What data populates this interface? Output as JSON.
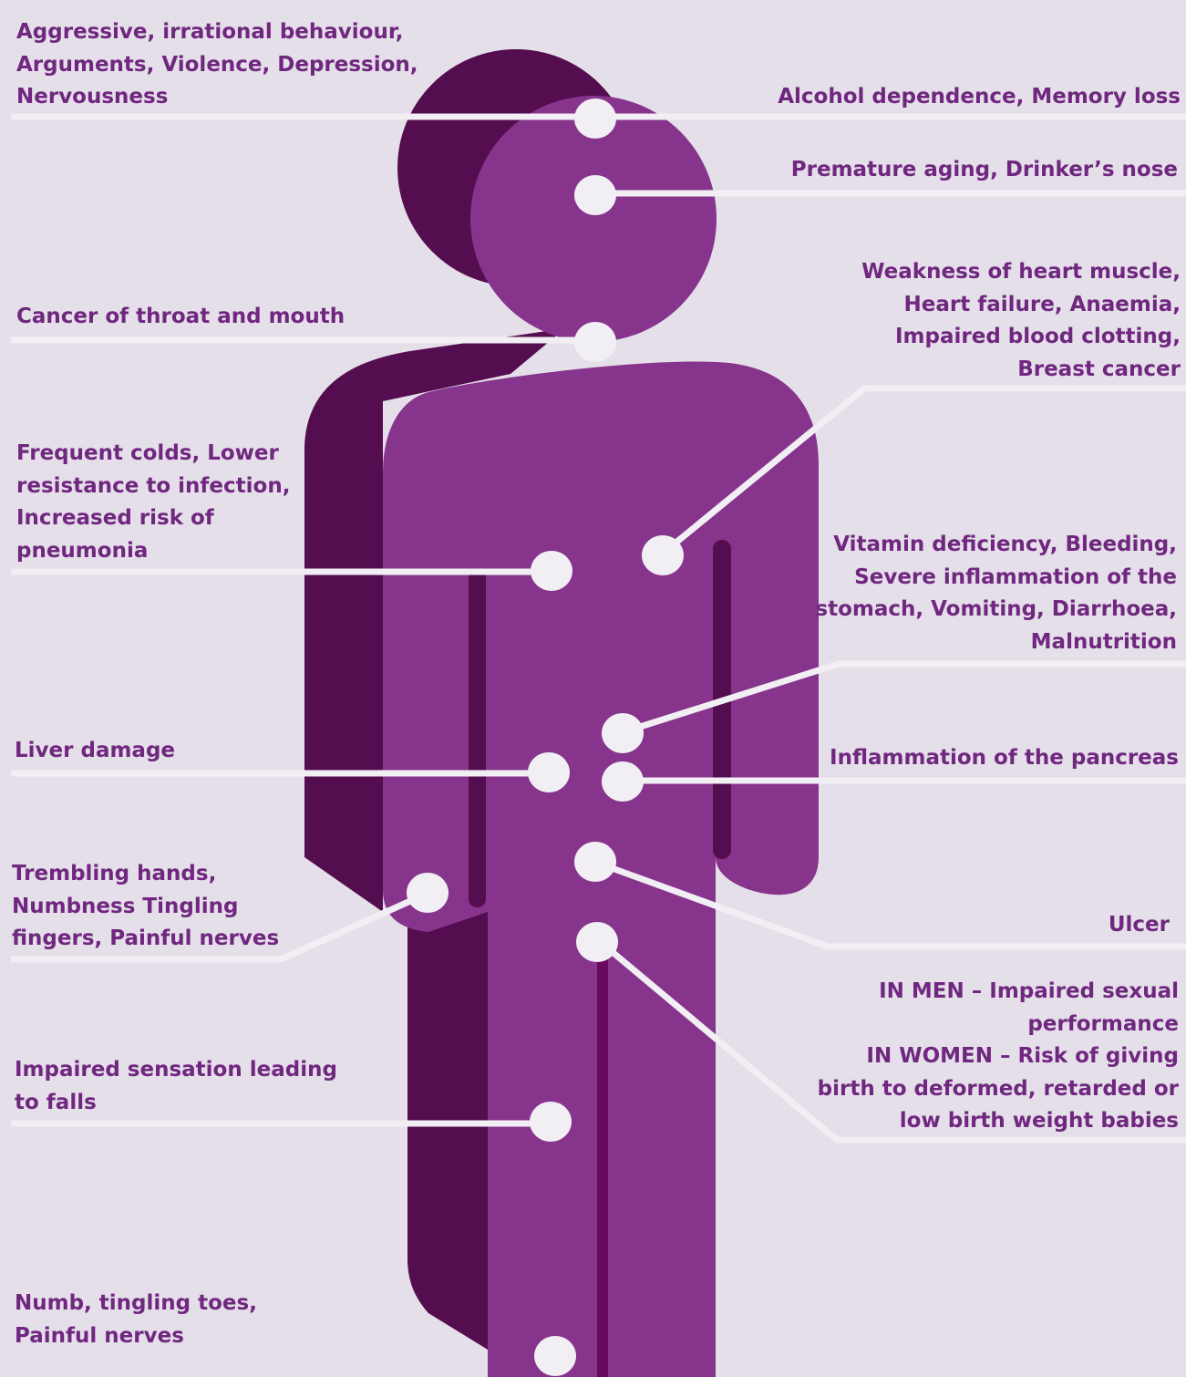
{
  "colors": {
    "background": "#e5dfea",
    "figure_light": "#86348c",
    "figure_dark": "#540d4f",
    "text": "#70277f",
    "leader_lines": "#f2eff4"
  },
  "labels": {
    "brain": [
      "Aggressive, irrational behaviour,",
      "Arguments, Violence, Depression,",
      "Nervousness"
    ],
    "brain_right": [
      "Alcohol dependence, Memory loss"
    ],
    "face": [
      "Premature aging, Drinker’s nose"
    ],
    "throat": [
      "Cancer of throat and mouth"
    ],
    "heart": [
      "Weakness of heart muscle,",
      "Heart failure, Anaemia,",
      "Impaired blood clotting,",
      "Breast cancer"
    ],
    "lungs": [
      "Frequent colds, Lower",
      "resistance to infection,",
      "Increased risk of",
      "pneumonia"
    ],
    "stomach": [
      "Vitamin deficiency, Bleeding,",
      "Severe inflammation of the",
      "stomach, Vomiting, Diarrhoea,",
      "Malnutrition"
    ],
    "liver": [
      "Liver damage"
    ],
    "pancreas": [
      "Inflammation of the pancreas"
    ],
    "hands": [
      "Trembling hands,",
      "Numbness Tingling",
      "fingers, Painful nerves"
    ],
    "ulcer": [
      "Ulcer"
    ],
    "reproductive": [
      "IN MEN – Impaired sexual",
      "performance",
      "IN WOMEN – Risk of giving",
      "birth to deformed, retarded or",
      "low birth weight babies"
    ],
    "legs": [
      "Impaired sensation leading",
      "to falls"
    ],
    "feet": [
      "Numb, tingling toes,",
      "Painful nerves"
    ]
  }
}
